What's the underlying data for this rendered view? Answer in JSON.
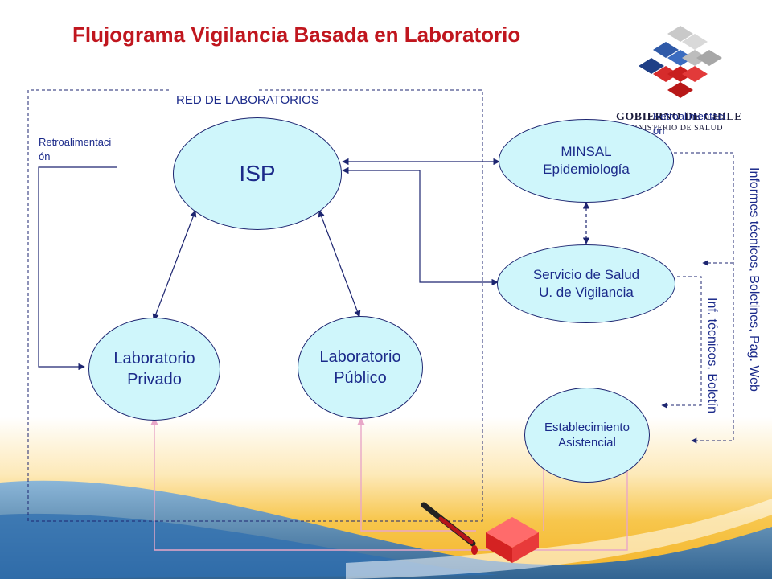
{
  "title": "Flujograma Vigilancia Basada en Laboratorio",
  "network_label": "RED DE LABORATORIOS",
  "nodes": {
    "isp": {
      "line1": "ISP"
    },
    "lab_privado": {
      "line1": "Laboratorio",
      "line2": "Privado"
    },
    "lab_publico": {
      "line1": "Laboratorio",
      "line2": "Público"
    },
    "minsal": {
      "line1": "MINSAL",
      "line2": "Epidemiología"
    },
    "servicio": {
      "line1": "Servicio de Salud",
      "line2": "U. de Vigilancia"
    },
    "establecimiento": {
      "line1": "Establecimiento",
      "line2": "Asistencial"
    }
  },
  "feedback_left": {
    "line1": "Retroalimentaci",
    "line2": "ón"
  },
  "feedback_right": {
    "line1": "Retroalimentaci",
    "line2": "ón"
  },
  "reports_outer": "Informes técnicos, Boletines, Pag. Web",
  "reports_inner": "Inf. técnicos, Boletín",
  "logo": {
    "line1": "GOBIERNO DE CHILE",
    "line2": "MINISTERIO DE SALUD"
  },
  "colors": {
    "title": "#c0161e",
    "node_fill": "#cff6fb",
    "text": "#1b2a8a",
    "pink_line": "#e8a7c8"
  }
}
